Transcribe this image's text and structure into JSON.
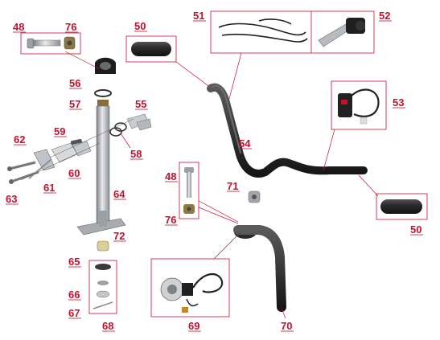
{
  "diagram": {
    "label_color": "#c8102e",
    "line_color": "#c8102e",
    "part_color": "#2a2a2a",
    "metal_color": "#b9bcc0",
    "callouts": [
      "48",
      "76",
      "56",
      "57",
      "55",
      "59",
      "58",
      "62",
      "60",
      "61",
      "63",
      "64",
      "72",
      "65",
      "66",
      "67",
      "68",
      "50",
      "51",
      "52",
      "53",
      "54",
      "71",
      "48",
      "76",
      "50",
      "69",
      "70"
    ]
  }
}
